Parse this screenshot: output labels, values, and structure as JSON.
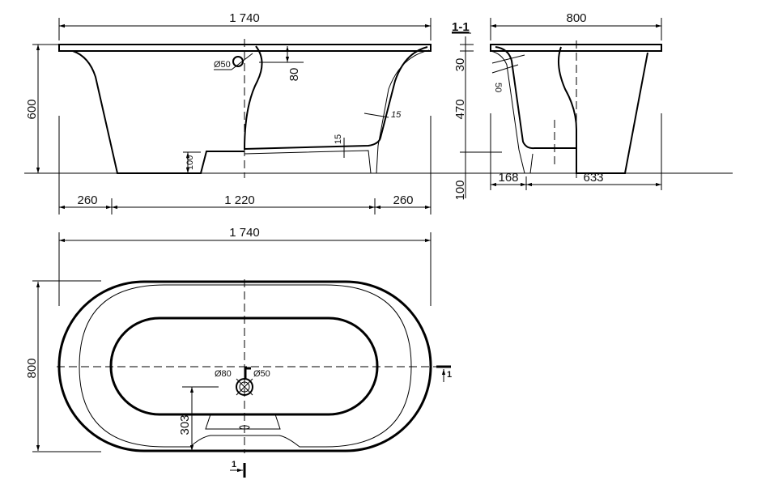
{
  "front_view": {
    "overall_length": "1 740",
    "height": "600",
    "overflow_diameter": "Ø50",
    "overflow_depth": "80",
    "step_height": "100",
    "floor_thickness": "15",
    "wall_thickness": "15",
    "left_overhang": "260",
    "base_length": "1 220",
    "right_overhang": "260"
  },
  "section_view": {
    "title": "1-1",
    "overall_width": "800",
    "rim_height": "30",
    "depth": "470",
    "base_height": "100",
    "wall_angle_dim": "50",
    "left_offset": "168",
    "right_offset": "633"
  },
  "plan_view": {
    "overall_length": "1 740",
    "overall_width": "800",
    "drain_offset": "303",
    "drain_outer_diameter": "Ø80",
    "drain_inner_diameter": "Ø50",
    "section_marker_right": "1",
    "section_marker_bottom": "1"
  }
}
